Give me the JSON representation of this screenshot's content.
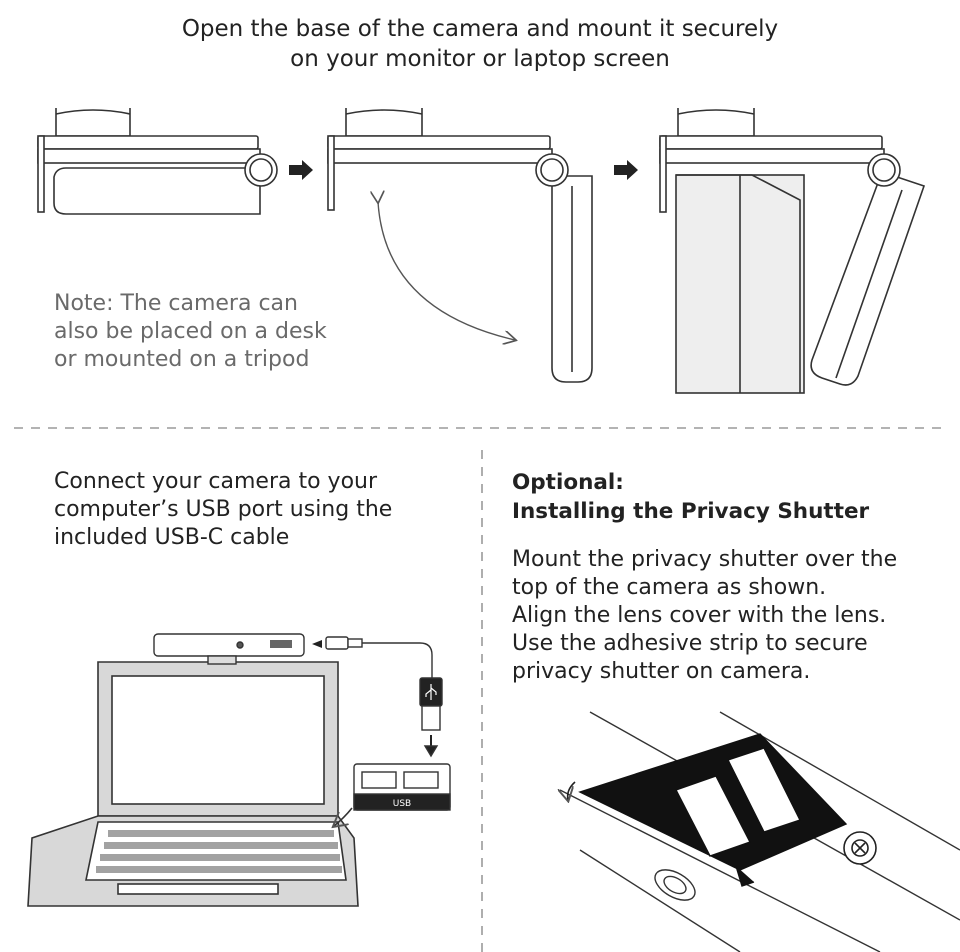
{
  "step1": {
    "title_lines": [
      "Open the base of the camera and mount it securely",
      "on your monitor or laptop screen"
    ],
    "note_lines": [
      "Note: The camera can",
      "also be placed on a desk",
      "or mounted on a tripod"
    ]
  },
  "step2": {
    "text_lines": [
      "Connect your camera to your",
      "computer’s USB port using the",
      "included USB-C cable"
    ],
    "port_label": "USB"
  },
  "step3": {
    "heading_lines": [
      "Optional:",
      "Installing the Privacy Shutter"
    ],
    "text_lines": [
      "Mount the privacy shutter over the",
      "top of the camera as shown.",
      "Align the lens cover with the lens.",
      "Use the adhesive strip to secure",
      "privacy shutter on camera."
    ]
  },
  "icons": [
    "arrow-right-icon",
    "curved-arrow-icon",
    "usb-icon",
    "no-entry-icon",
    "rotate-arrow-icon"
  ],
  "colors": {
    "line": "#333333",
    "divider": "#9a9a9a",
    "note": "#6a6a6a",
    "fill_light": "#eeeeee"
  }
}
